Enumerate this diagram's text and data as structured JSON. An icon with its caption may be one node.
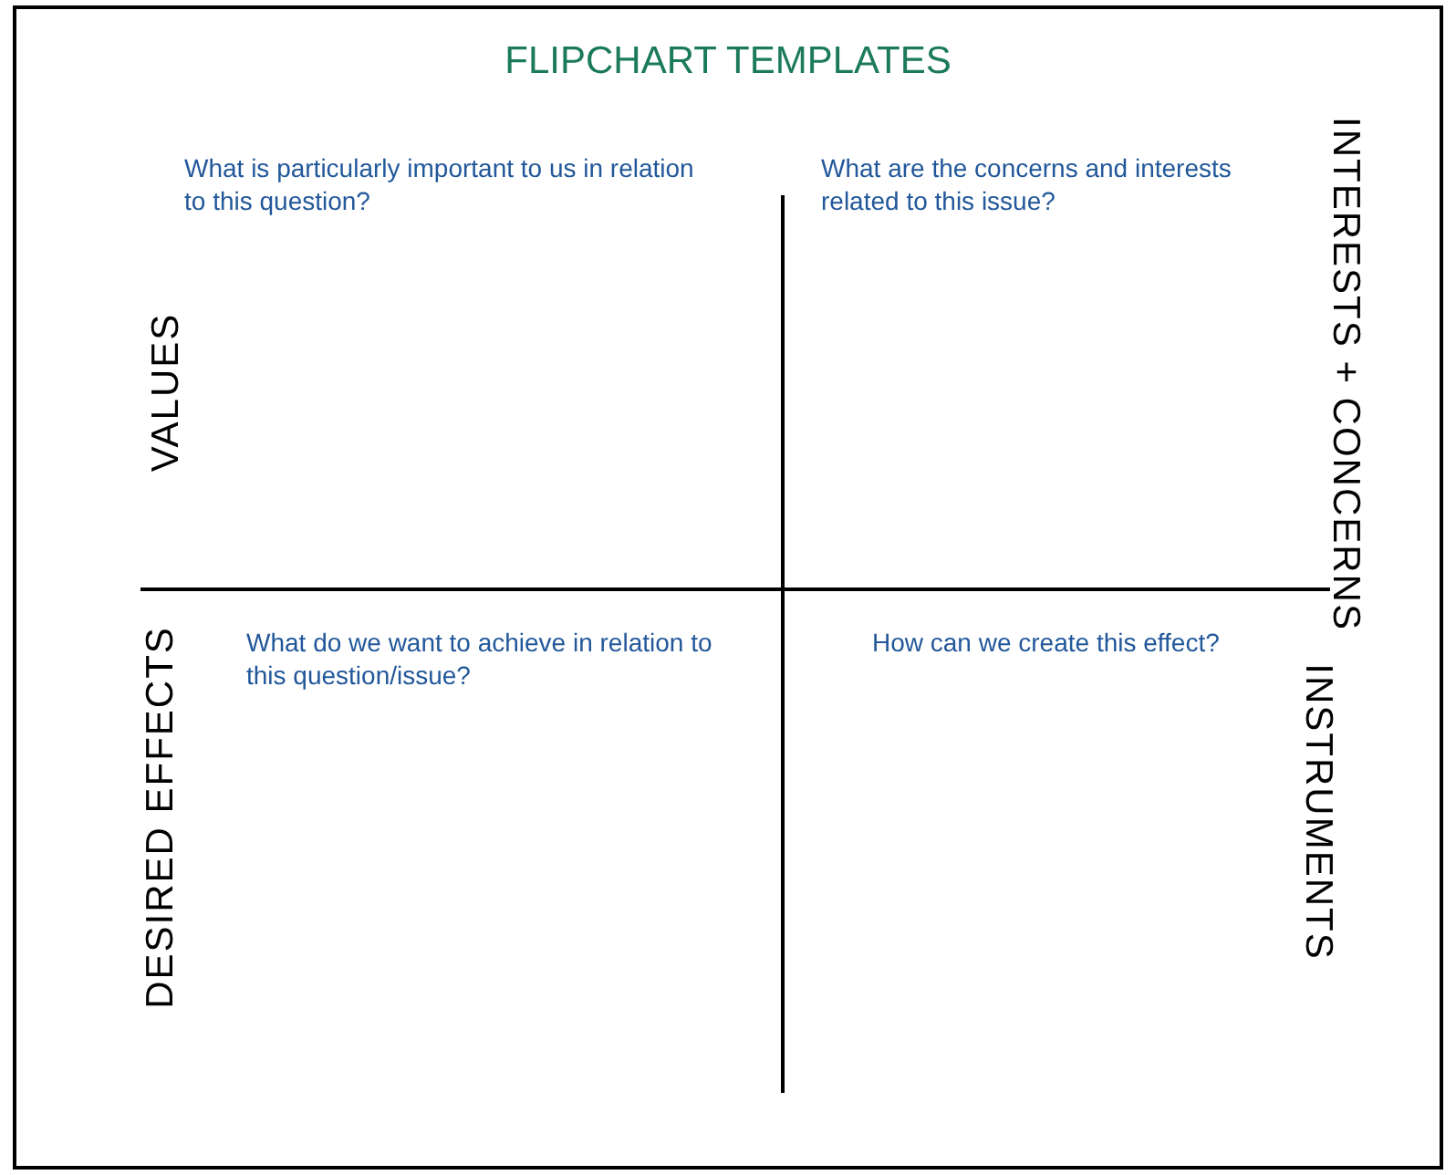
{
  "diagram": {
    "title": "FLIPCHART TEMPLATES",
    "labels": [
      "What is particularly important to us in relation to this question?",
      "What are the concerns and interests related to this issue?",
      "VALUES",
      "INTERESTS + CONCERNS",
      "What do we want to achieve in relation to this question/issue?",
      "How can we create this effect?",
      "DESIRED EFFECTS",
      "INSTRUMENTS"
    ]
  }
}
